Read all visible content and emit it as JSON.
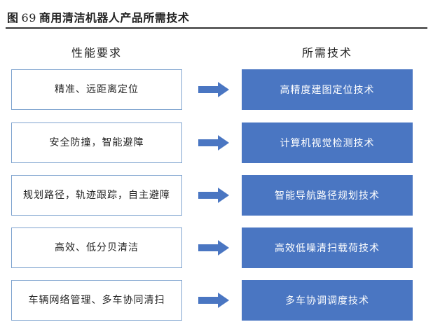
{
  "figure": {
    "label": "图",
    "number": "69",
    "title": "商用清洁机器人产品所需技术"
  },
  "headers": {
    "left": "性能要求",
    "right": "所需技术"
  },
  "rows": [
    {
      "requirement": "精准、远距离定位",
      "technology": "高精度建图定位技术"
    },
    {
      "requirement": "安全防撞，智能避障",
      "technology": "计算机视觉检测技术"
    },
    {
      "requirement": "规划路径，轨迹跟踪，自主避障",
      "technology": "智能导航路径规划技术"
    },
    {
      "requirement": "高效、低分贝清洁",
      "technology": "高效低噪清扫载荷技术"
    },
    {
      "requirement": "车辆网络管理、多车协同清扫",
      "technology": "多车协调调度技术"
    }
  ],
  "colors": {
    "tech_box": "#4a76c2",
    "arrow": "#4a76c2",
    "req_border": "#7ea3cf"
  },
  "icons": {
    "arrow": "right-arrow-icon"
  }
}
